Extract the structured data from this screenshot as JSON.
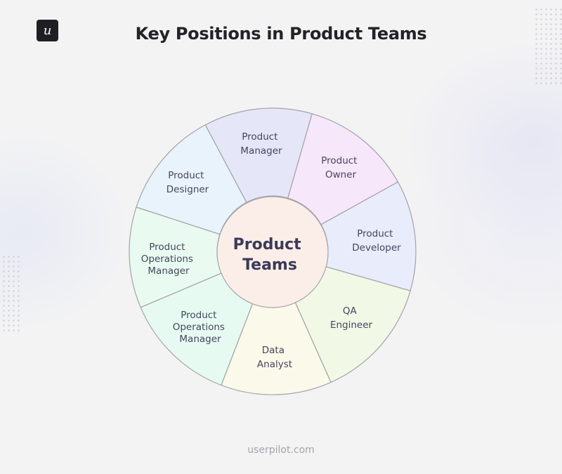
{
  "logo": {
    "glyph": "u",
    "icon": "userpilot-logo-icon"
  },
  "title": "Key Positions in Product Teams",
  "center": {
    "line1": "Product",
    "line2": "Teams",
    "color": "#fbeee9"
  },
  "segments": [
    {
      "lines": [
        "Product",
        "Manager"
      ],
      "color": "#e6e6f9"
    },
    {
      "lines": [
        "Product",
        "Owner"
      ],
      "color": "#f7e7fa"
    },
    {
      "lines": [
        "Product",
        "Developer"
      ],
      "color": "#e8ecfb"
    },
    {
      "lines": [
        "QA",
        "Engineer"
      ],
      "color": "#f1f9e6"
    },
    {
      "lines": [
        "Data",
        "Analyst"
      ],
      "color": "#fbf9e9"
    },
    {
      "lines": [
        "Product",
        "Operations",
        "Manager"
      ],
      "color": "#e7faf1"
    },
    {
      "lines": [
        "Product",
        "Operations",
        "Manager"
      ],
      "color": "#e9faf0"
    },
    {
      "lines": [
        "Product",
        "Designer"
      ],
      "color": "#e8f3fc"
    }
  ],
  "footer": "userpilot.com",
  "colors": {
    "stroke": "#a3a3a8",
    "text": "#45455e",
    "title": "#232228"
  }
}
